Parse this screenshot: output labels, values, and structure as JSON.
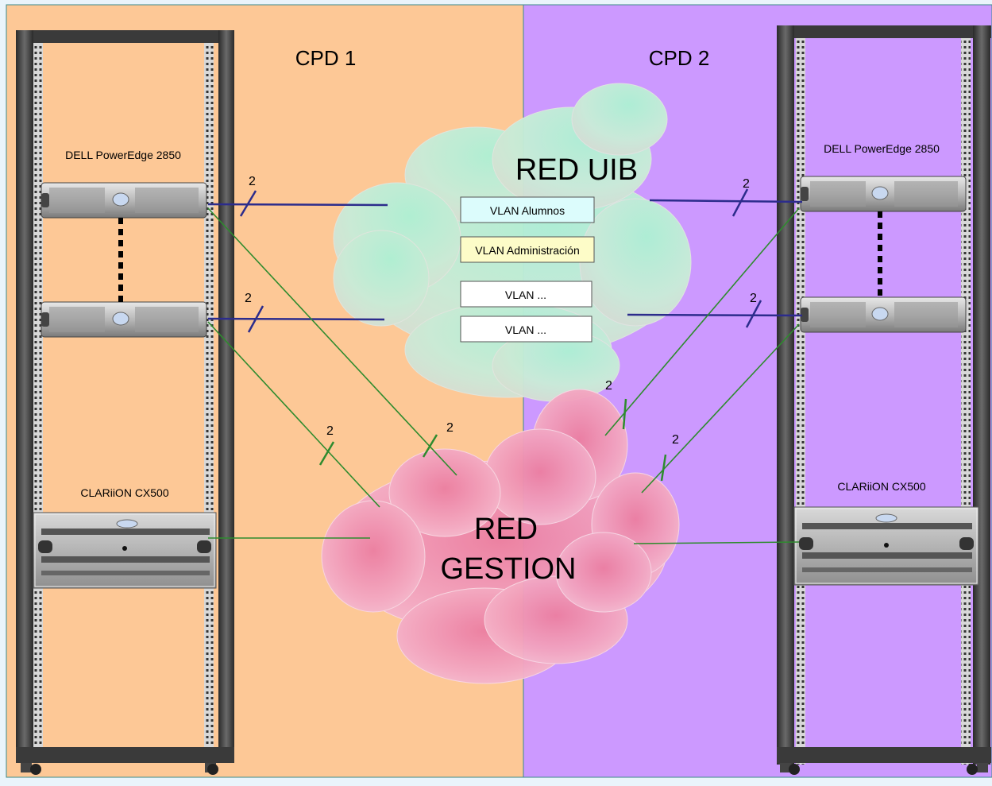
{
  "zones": {
    "cpd1": {
      "label": "CPD 1",
      "color": "#fdc896"
    },
    "cpd2": {
      "label": "CPD 2",
      "color": "#cc99ff"
    }
  },
  "racks": {
    "left": {
      "server_label": "DELL PowerEdge 2850",
      "storage_label": "CLARiiON CX500"
    },
    "right": {
      "server_label": "DELL PowerEdge 2850",
      "storage_label": "CLARiiON CX500"
    }
  },
  "clouds": {
    "red_uib": {
      "label": "RED UIB"
    },
    "red_gestion": {
      "label_line1": "RED",
      "label_line2": "GESTION"
    }
  },
  "vlans": [
    {
      "label": "VLAN Alumnos",
      "color": "#dcfcfc"
    },
    {
      "label": "VLAN Administración",
      "color": "#fdfcc8"
    },
    {
      "label": "VLAN ...",
      "color": "#ffffff"
    },
    {
      "label": "VLAN ...",
      "color": "#ffffff"
    }
  ],
  "link_count": "2",
  "colors": {
    "uib_link": "#2c2c8c",
    "gestion_link": "#2e8b2e"
  }
}
